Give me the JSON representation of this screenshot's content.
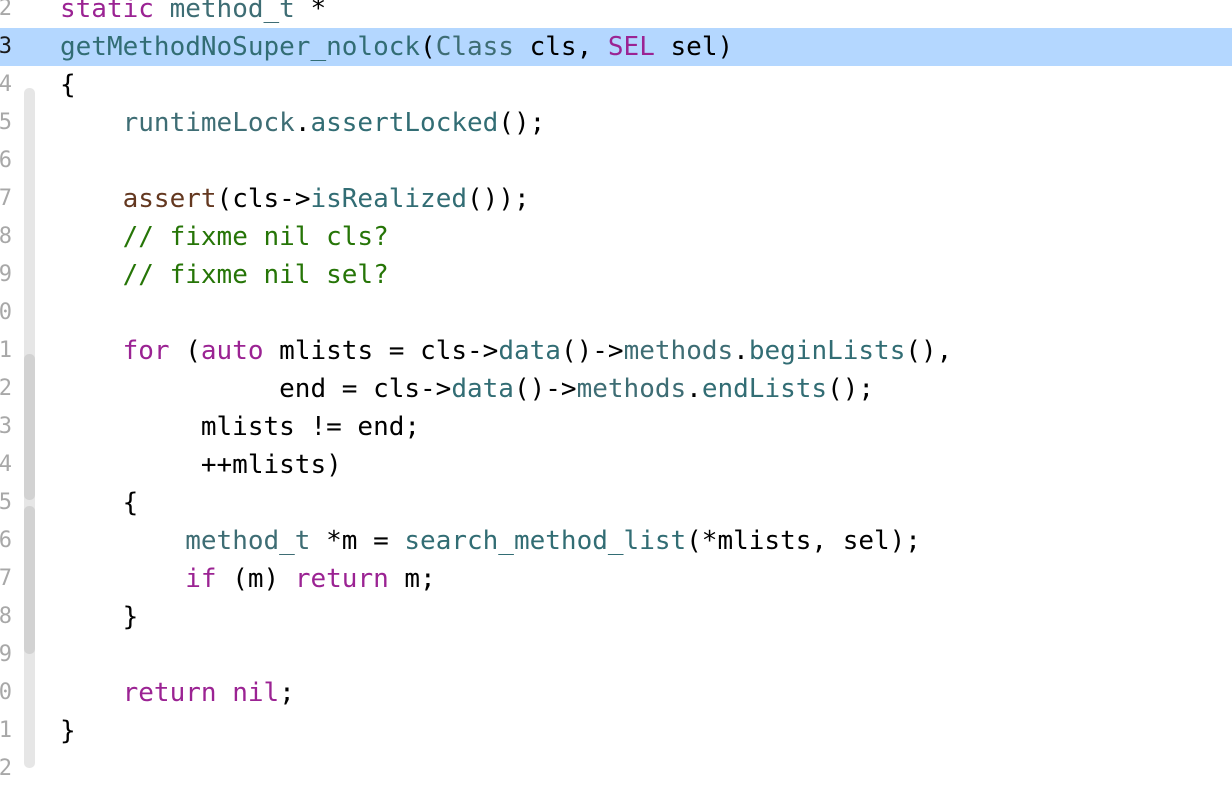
{
  "editor": {
    "colors": {
      "keyword": "#9b2393",
      "type": "#3e6d74",
      "function": "#326d74",
      "macro": "#643820",
      "comment": "#267507",
      "plain": "#000000",
      "line_highlight": "#b4d7ff",
      "line_number": "#a8a8a8"
    },
    "lines": [
      {
        "number": "2",
        "tokens": [
          {
            "t": "static",
            "k": "keyword"
          },
          {
            "t": " "
          },
          {
            "t": "method_t",
            "k": "type"
          },
          {
            "t": " *"
          }
        ]
      },
      {
        "number": "3",
        "current": true,
        "tokens": [
          {
            "t": "getMethodNoSuper_nolock",
            "k": "function"
          },
          {
            "t": "("
          },
          {
            "t": "Class",
            "k": "type"
          },
          {
            "t": " cls, "
          },
          {
            "t": "SEL",
            "k": "keyword"
          },
          {
            "t": " sel)"
          }
        ]
      },
      {
        "number": "4",
        "tokens": [
          {
            "t": "{"
          }
        ]
      },
      {
        "number": "5",
        "tokens": [
          {
            "t": "    "
          },
          {
            "t": "runtimeLock",
            "k": "type"
          },
          {
            "t": "."
          },
          {
            "t": "assertLocked",
            "k": "function"
          },
          {
            "t": "();"
          }
        ]
      },
      {
        "number": "6",
        "tokens": []
      },
      {
        "number": "7",
        "tokens": [
          {
            "t": "    "
          },
          {
            "t": "assert",
            "k": "macro"
          },
          {
            "t": "(cls->"
          },
          {
            "t": "isRealized",
            "k": "function"
          },
          {
            "t": "());"
          }
        ]
      },
      {
        "number": "8",
        "tokens": [
          {
            "t": "    "
          },
          {
            "t": "// fixme nil cls?",
            "k": "comment"
          }
        ]
      },
      {
        "number": "9",
        "tokens": [
          {
            "t": "    "
          },
          {
            "t": "// fixme nil sel?",
            "k": "comment"
          }
        ]
      },
      {
        "number": "0",
        "tokens": []
      },
      {
        "number": "1",
        "tokens": [
          {
            "t": "    "
          },
          {
            "t": "for",
            "k": "keyword"
          },
          {
            "t": " ("
          },
          {
            "t": "auto",
            "k": "keyword"
          },
          {
            "t": " mlists = cls->"
          },
          {
            "t": "data",
            "k": "function"
          },
          {
            "t": "()->"
          },
          {
            "t": "methods",
            "k": "type"
          },
          {
            "t": "."
          },
          {
            "t": "beginLists",
            "k": "function"
          },
          {
            "t": "(),"
          }
        ]
      },
      {
        "number": "2",
        "tokens": [
          {
            "t": "              end = cls->"
          },
          {
            "t": "data",
            "k": "function"
          },
          {
            "t": "()->"
          },
          {
            "t": "methods",
            "k": "type"
          },
          {
            "t": "."
          },
          {
            "t": "endLists",
            "k": "function"
          },
          {
            "t": "();"
          }
        ]
      },
      {
        "number": "3",
        "tokens": [
          {
            "t": "         mlists != end;"
          }
        ]
      },
      {
        "number": "4",
        "tokens": [
          {
            "t": "         ++mlists)"
          }
        ]
      },
      {
        "number": "5",
        "tokens": [
          {
            "t": "    {"
          }
        ]
      },
      {
        "number": "6",
        "tokens": [
          {
            "t": "        "
          },
          {
            "t": "method_t",
            "k": "type"
          },
          {
            "t": " *m = "
          },
          {
            "t": "search_method_list",
            "k": "function"
          },
          {
            "t": "(*mlists, sel);"
          }
        ]
      },
      {
        "number": "7",
        "tokens": [
          {
            "t": "        "
          },
          {
            "t": "if",
            "k": "keyword"
          },
          {
            "t": " (m) "
          },
          {
            "t": "return",
            "k": "keyword"
          },
          {
            "t": " m;"
          }
        ]
      },
      {
        "number": "8",
        "tokens": [
          {
            "t": "    }"
          }
        ]
      },
      {
        "number": "9",
        "tokens": []
      },
      {
        "number": "0",
        "tokens": [
          {
            "t": "    "
          },
          {
            "t": "return",
            "k": "keyword"
          },
          {
            "t": " "
          },
          {
            "t": "nil",
            "k": "keyword"
          },
          {
            "t": ";"
          }
        ]
      },
      {
        "number": "1",
        "tokens": [
          {
            "t": "}"
          }
        ]
      },
      {
        "number": "2",
        "tokens": []
      }
    ]
  }
}
